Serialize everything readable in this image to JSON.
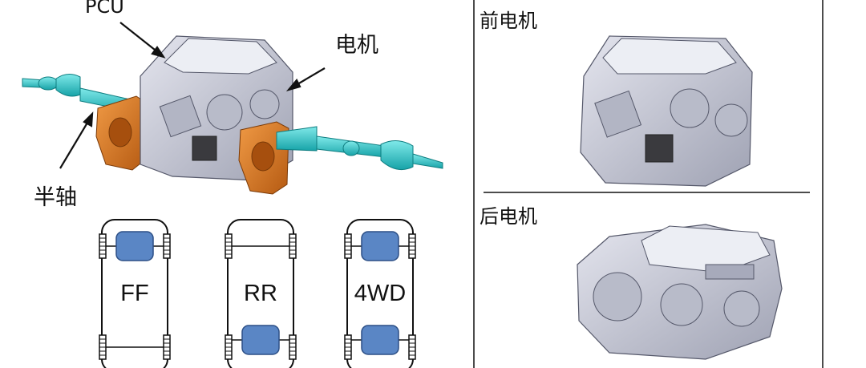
{
  "left": {
    "labels": {
      "pcu": "PCU",
      "motor": "电机",
      "halfshaft": "半轴"
    },
    "layouts": [
      {
        "label": "FF",
        "front_motor": true,
        "rear_motor": false
      },
      {
        "label": "RR",
        "front_motor": false,
        "rear_motor": true
      },
      {
        "label": "4WD",
        "front_motor": true,
        "rear_motor": true
      }
    ]
  },
  "right": {
    "front_title": "前电机",
    "rear_title": "后电机"
  },
  "colors": {
    "motor_body": "#c7c9d6",
    "shaft": "#2fc4c4",
    "mount": "#d9731f",
    "layout_motor": "#5a86c5"
  }
}
